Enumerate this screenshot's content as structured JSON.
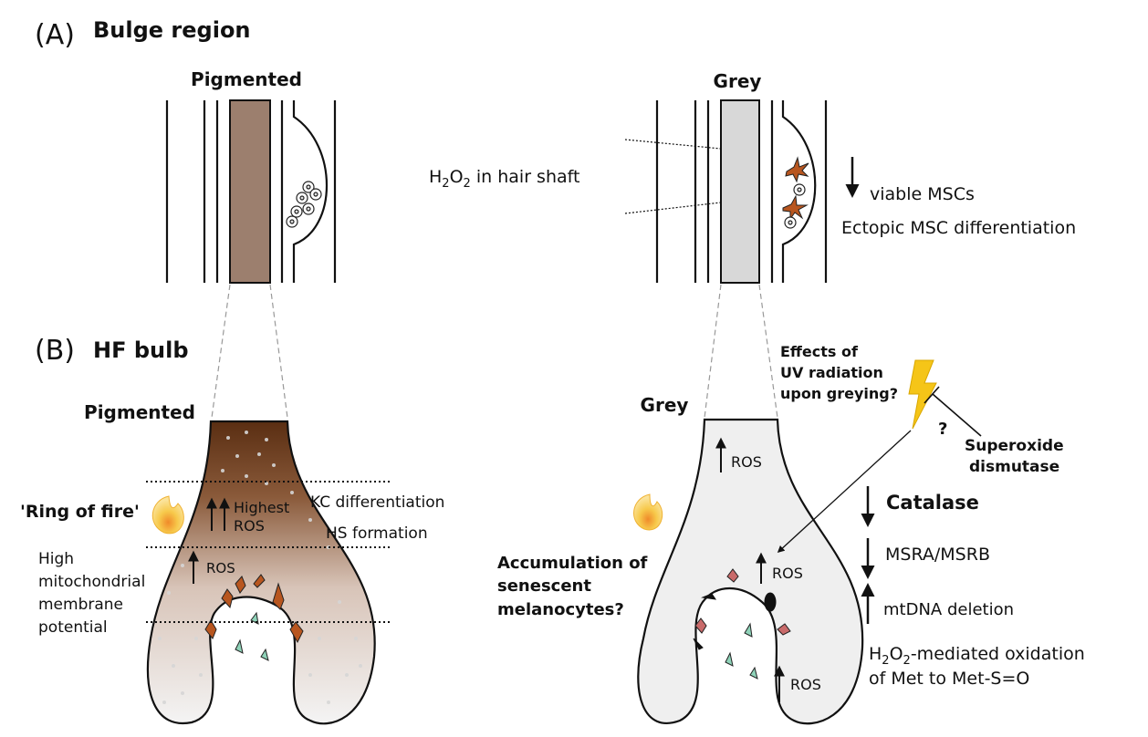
{
  "panel_a": {
    "letter": "(A)",
    "title": "Bulge region",
    "left_label": "Pigmented",
    "right_label": "Grey",
    "h2o2_prefix": "H",
    "h2o2_sub1": "2",
    "h2o2_mid": "O",
    "h2o2_sub2": "2",
    "h2o2_suffix": " in hair shaft",
    "viable_mscs": "viable MSCs",
    "ectopic": "Ectopic MSC differentiation"
  },
  "panel_b": {
    "letter": "(B)",
    "title": "HF bulb",
    "left_label": "Pigmented",
    "right_label": "Grey",
    "ring_of_fire": "'Ring of fire'",
    "highest": "Highest",
    "ros": "ROS",
    "kc_diff": "KC differentiation",
    "hs_form": "HS formation",
    "high_mito_1": "High",
    "high_mito_2": "mitochondrial",
    "high_mito_3": "membrane",
    "high_mito_4": "potential",
    "uv_1": "Effects of",
    "uv_2": "UV radiation",
    "uv_3": "upon greying?",
    "question": "?",
    "sod_1": "Superoxide",
    "sod_2": "dismutase",
    "catalase": "Catalase",
    "msra": "MSRA/MSRB",
    "mtdna": "mtDNA deletion",
    "h2o2m_prefix": "H",
    "h2o2m_sub1": "2",
    "h2o2m_mid": "O",
    "h2o2m_sub2": "2",
    "h2o2m_suffix": "-mediated oxidation",
    "met_ox": "of Met to Met-S=O",
    "accum_1": "Accumulation of",
    "accum_2": "senescent",
    "accum_3": "melanocytes?"
  },
  "colors": {
    "pigment_brown": "#5a2e12",
    "pigmented_shaft": "#9c7f6e",
    "grey_shaft": "#d8d8d8",
    "grey_bulb": "#efefef",
    "melanocyte": "#b8561f",
    "dendritic_teal": "#8fd3b9",
    "lightning": "#f5c518",
    "flame": "#f7c94b"
  }
}
